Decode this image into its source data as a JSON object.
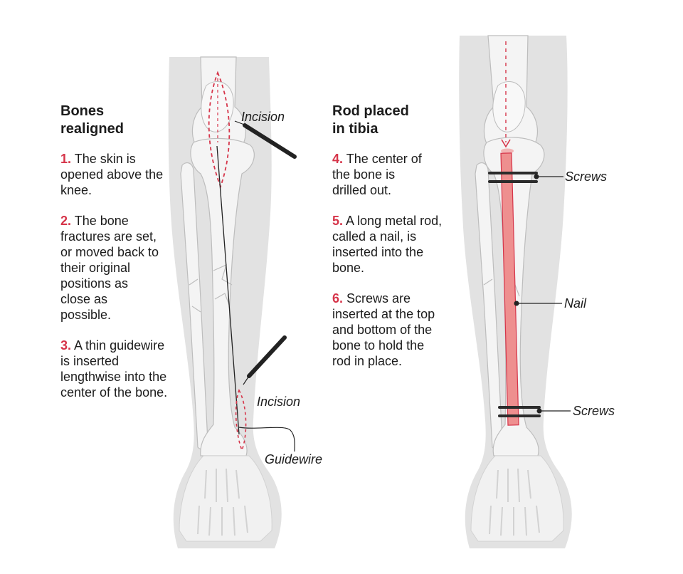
{
  "left_panel": {
    "heading_line1": "Bones",
    "heading_line2": "realigned",
    "steps": [
      {
        "num": "1.",
        "text": "The skin is opened above the knee."
      },
      {
        "num": "2.",
        "text": "The bone fractures are set, or moved back to their original positions as close as possible."
      },
      {
        "num": "3.",
        "text": "A thin guidewire is inserted lengthwise into the center of the bone."
      }
    ],
    "labels": {
      "incision_top": "Incision",
      "incision_bottom": "Incision",
      "guidewire": "Guidewire"
    }
  },
  "right_panel": {
    "heading_line1": "Rod placed",
    "heading_line2": "in tibia",
    "steps": [
      {
        "num": "4.",
        "text": "The center of the bone is drilled out."
      },
      {
        "num": "5.",
        "text": "A long metal rod, called a nail, is inserted into the bone."
      },
      {
        "num": "6.",
        "text": "Screws are inserted at the top and bottom of the bone to hold the rod in place."
      }
    ],
    "labels": {
      "screws_top": "Screws",
      "nail": "Nail",
      "screws_bottom": "Screws"
    }
  },
  "colors": {
    "accent_red": "#d6354a",
    "rod_pink": "#ee8f8f",
    "bone": "#f4f4f4",
    "leg": "#e2e2e2",
    "outline": "#bdbdbd"
  }
}
